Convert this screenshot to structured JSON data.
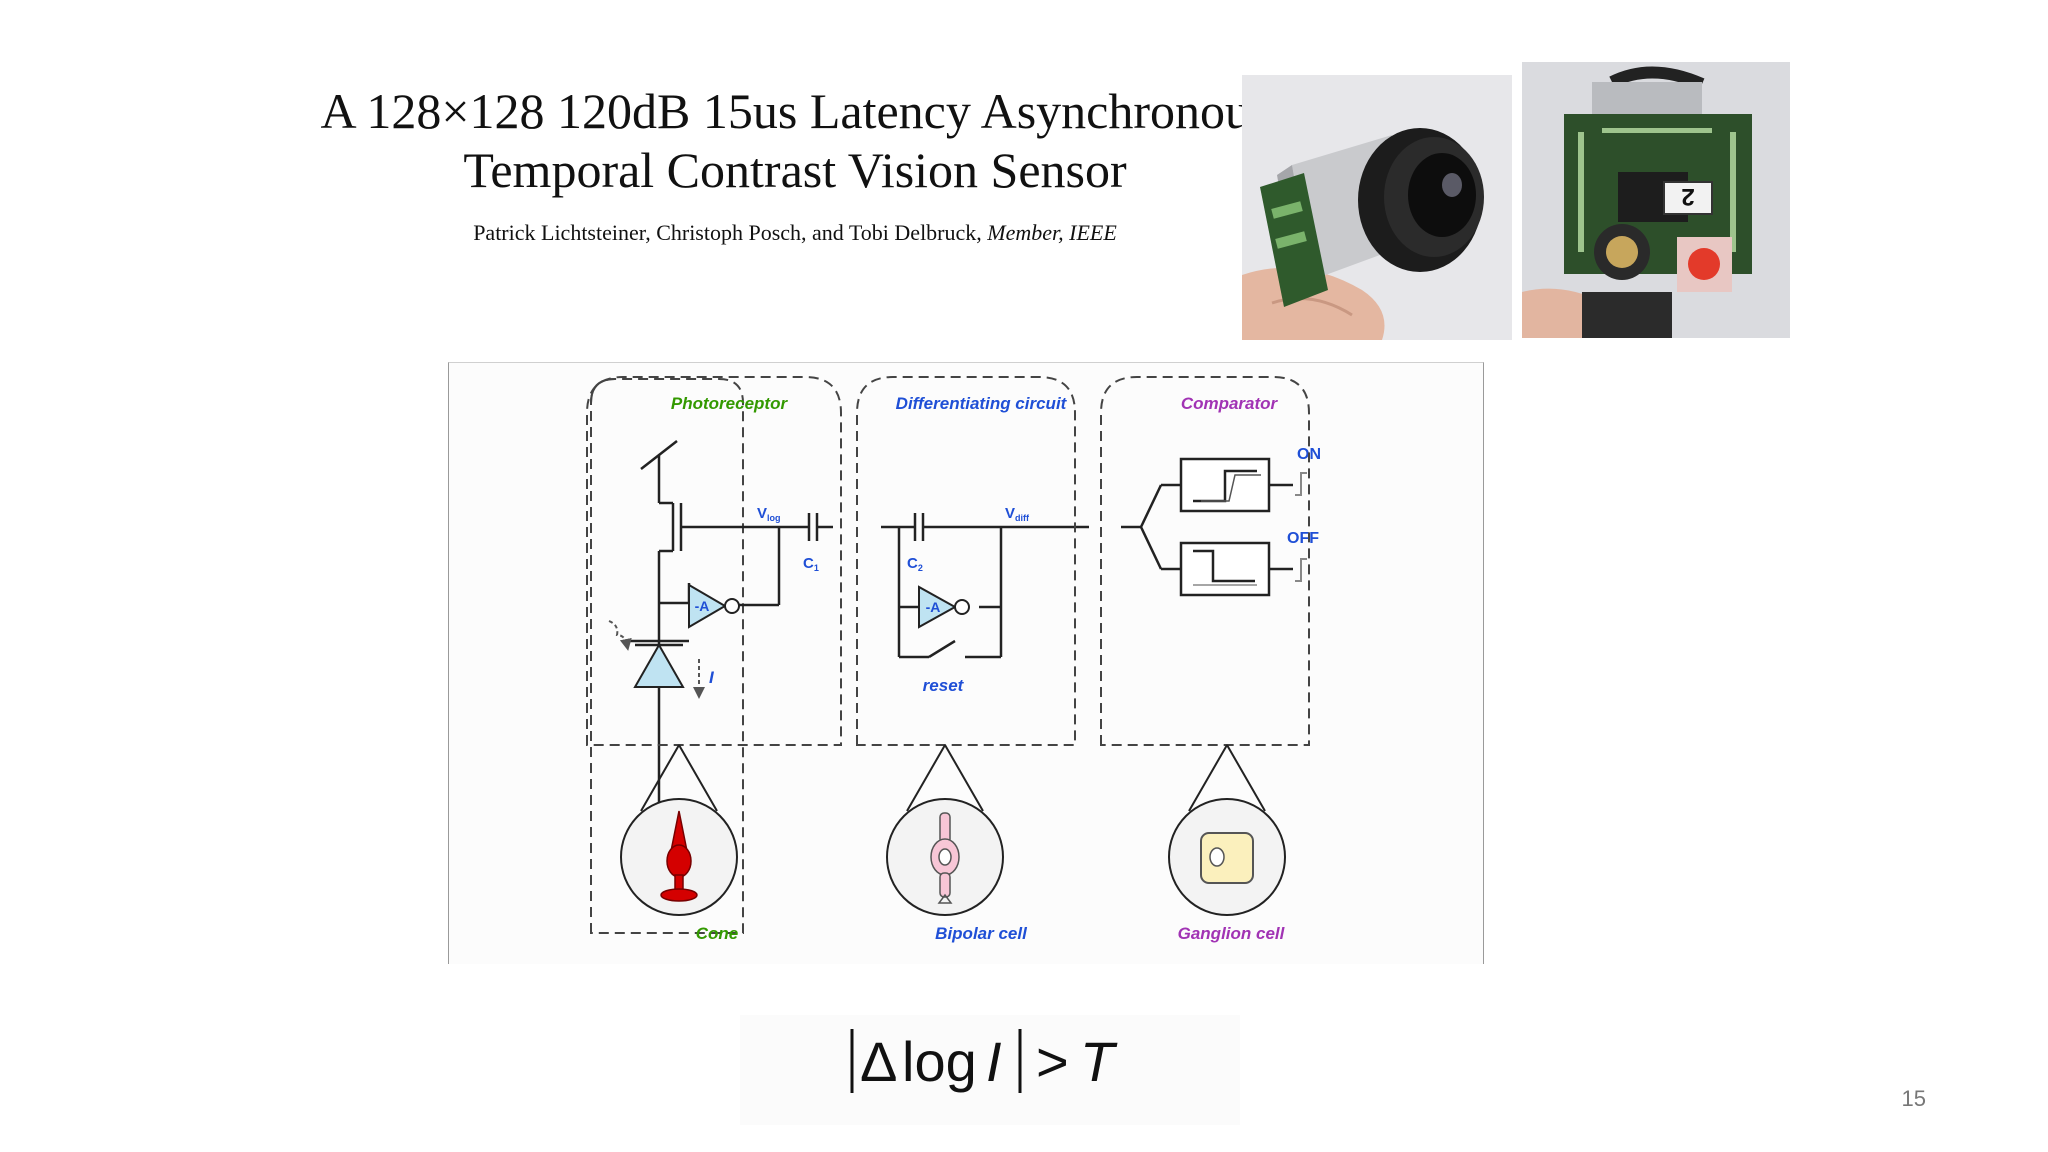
{
  "slide": {
    "title_line1": "A 128×128 120dB 15us Latency Asynchronous",
    "title_line2": "Temporal Contrast Vision Sensor",
    "authors": "Patrick Lichtsteiner, Christoph Posch, and Tobi Delbruck,",
    "authors_member": "Member, IEEE",
    "page_number": "15"
  },
  "photos": {
    "board_label": "2"
  },
  "diagram": {
    "photoreceptor_label": "Photoreceptor",
    "differentiating_label": "Differentiating circuit",
    "comparator_label": "Comparator",
    "vlog_main": "V",
    "vlog_sub": "log",
    "c1_main": "C",
    "c1_sub": "1",
    "vdiff_main": "V",
    "vdiff_sub": "diff",
    "c2_main": "C",
    "c2_sub": "2",
    "amp1_label": "-A",
    "amp2_label": "-A",
    "current_label": "I",
    "reset_label": "reset",
    "on_label": "ON",
    "off_label": "OFF",
    "cone_label": "Cone",
    "bipolar_label": "Bipolar cell",
    "ganglion_label": "Ganglion cell",
    "colors": {
      "green": "#339900",
      "blue": "#1f4fd6",
      "purple": "#a133b4",
      "amp_fill": "#bfe3f2",
      "cone_red": "#d40000",
      "bipolar_pink": "#f7c6d6",
      "ganglion_yellow": "#fbf0bd"
    }
  },
  "formula": {
    "delta": "Δ",
    "log": "log",
    "var": "I",
    "gt": ">",
    "threshold": "T"
  }
}
